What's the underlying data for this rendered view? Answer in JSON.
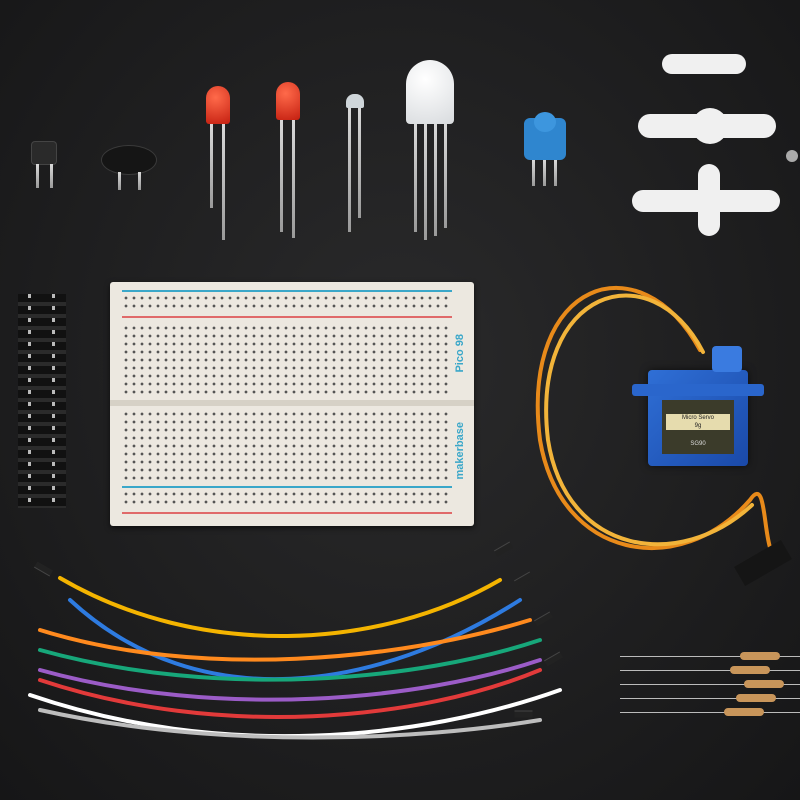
{
  "image": {
    "description": "Electronics starter kit components laid out on a dark background",
    "background_color": "#1e1e1f"
  },
  "components": {
    "breadboard": {
      "label": "Pico 98",
      "brand_label": "makerbase"
    },
    "servo": {
      "label_line1": "Micro Servo",
      "label_line2": "9g",
      "label_line3": "SG90",
      "color": "#1f5fc2"
    },
    "leds": [
      {
        "color": "#d62a1a"
      },
      {
        "color": "#d62a1a"
      },
      {
        "color": "#dfe3e6"
      },
      {
        "color": "#eef0f2"
      }
    ],
    "potentiometer": {
      "color": "#2f86cf"
    },
    "jumper_wires": [
      "#f4b400",
      "#2e7be0",
      "#ff8a1e",
      "#17a77a",
      "#9b5cc7",
      "#e23a3a",
      "#ffffff",
      "#bdbdbd"
    ],
    "resistor_band_color": "#c8955a"
  }
}
